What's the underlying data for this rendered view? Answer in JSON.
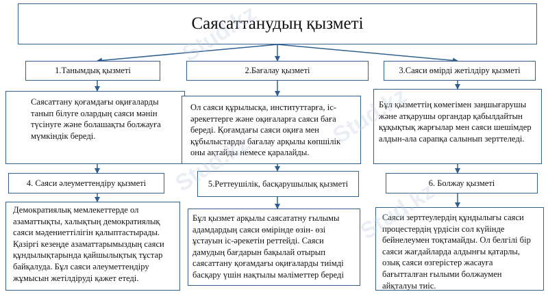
{
  "title": "Саясаттанудың қызметі",
  "watermark": "Stud.kz",
  "colors": {
    "border": "#2f5f8f",
    "arrow": "#2f5f8f"
  },
  "functions": [
    {
      "heading": "1.Танымдық қызметі",
      "description": "Саясаттану қоғамдағы оқиғаларды танып білуге олардың саяси мәнін түсінуге және болашақты болжауға мүмкіндік береді."
    },
    {
      "heading": "2.Бағалау қызметі",
      "description": "Ол саяси құрылысқа, институттарға, іс-әрекеттерге және оқиғаларға саяси баға береді. Қоғамдағы саяси оқиға мен құбылыстарды бағалау арқылы көпшілік оны ақтайды немесе қаралайды."
    },
    {
      "heading": "3.Саяси өмірді жетілдіру қызметі",
      "description": "Бұл қызметтің көмегімен заңшығарушы және атқарушы органдар қабылдайтын құқықтық жарғылар мен саяси шешімдер алдын-ала сарапқа салынып зерттеледі."
    },
    {
      "heading": "4. Саяси әлеуметтендіру қызметі",
      "description": "Демократиялық мемлекеттерде ол азаматтықты, халықтың демократиялық саяси мәдениеттілігін қалыптастырады. Қазіргі кезеңде азаматтарымыздың саяси құндылықтарында қайшылықтық тұстар байқалуда. Бұл саяси әлеуметтендіру жұмысын жетілдіруді қажет етеді."
    },
    {
      "heading": "5.Реттеушілік, басқарушылық қызметі",
      "description": "Бұл қызмет арқылы саясататну ғылымы адамдардың саяси өмірінде өзін- өзі ұстауын іс-әрекетін реттейді. Саяси дамудың бағдарын бақылай отырып саясаттану қоғамдағы оқиғаларды тиімді басқару үшін нақтылы мәліметтер береді"
    },
    {
      "heading": "6. Болжау қызметі",
      "description": "Саяси зерттеулердің құндылығы саяси процестердің үрдісін сол күйінде бейнелеумен тоқтамайды. Ол белгілі бір саяси жағдайларда алдынғы қатарлы, озық саяси өзгерістер жасауға бағытталған ғылыми болжаумен айқталуы тиіс."
    }
  ]
}
